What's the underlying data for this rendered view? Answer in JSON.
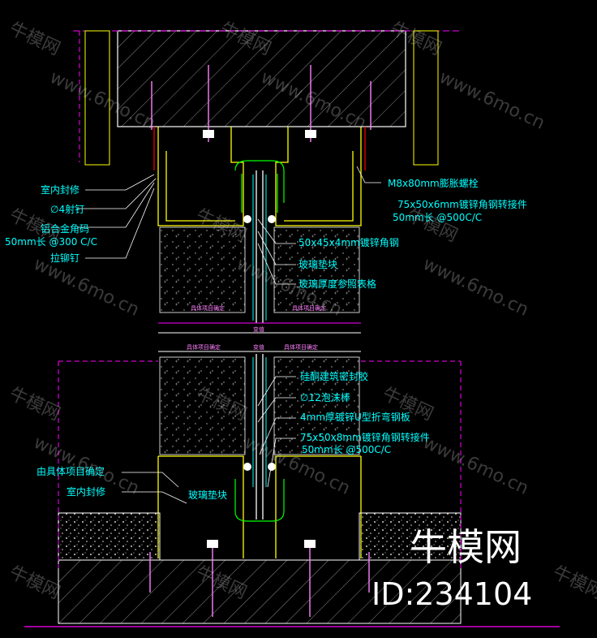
{
  "labels_left_top": [
    "室内封修",
    "∅4射钉",
    "铝合金角码",
    "50mm长 @300 C/C",
    "拉铆钉"
  ],
  "labels_right_top": [
    "M8x80mm膨胀螺栓",
    "75x50x6mm镀锌角钢转接件",
    "50mm长 @500C/C",
    "50x45x4mm镀锌角钢",
    "玻璃垫块",
    "玻璃厚度参照表格"
  ],
  "labels_right_bottom": [
    "硅酮建筑密封胶",
    "∅12泡沫棒",
    "4mm厚镀锌U型折弯钢板",
    "75x50x8mm镀锌角钢转接件",
    "50mm长 @500C/C"
  ],
  "labels_left_bottom": [
    "由具体项目确定",
    "室内封修"
  ],
  "label_glass_block": "玻璃垫块",
  "dim_labels": {
    "project_defined": "具体项目确定",
    "variable": "变值"
  },
  "watermark": {
    "text_cn": "牛模网",
    "text_url": "www.6mo.cn"
  },
  "brand": {
    "name": "牛模网",
    "id": "ID:234104"
  }
}
